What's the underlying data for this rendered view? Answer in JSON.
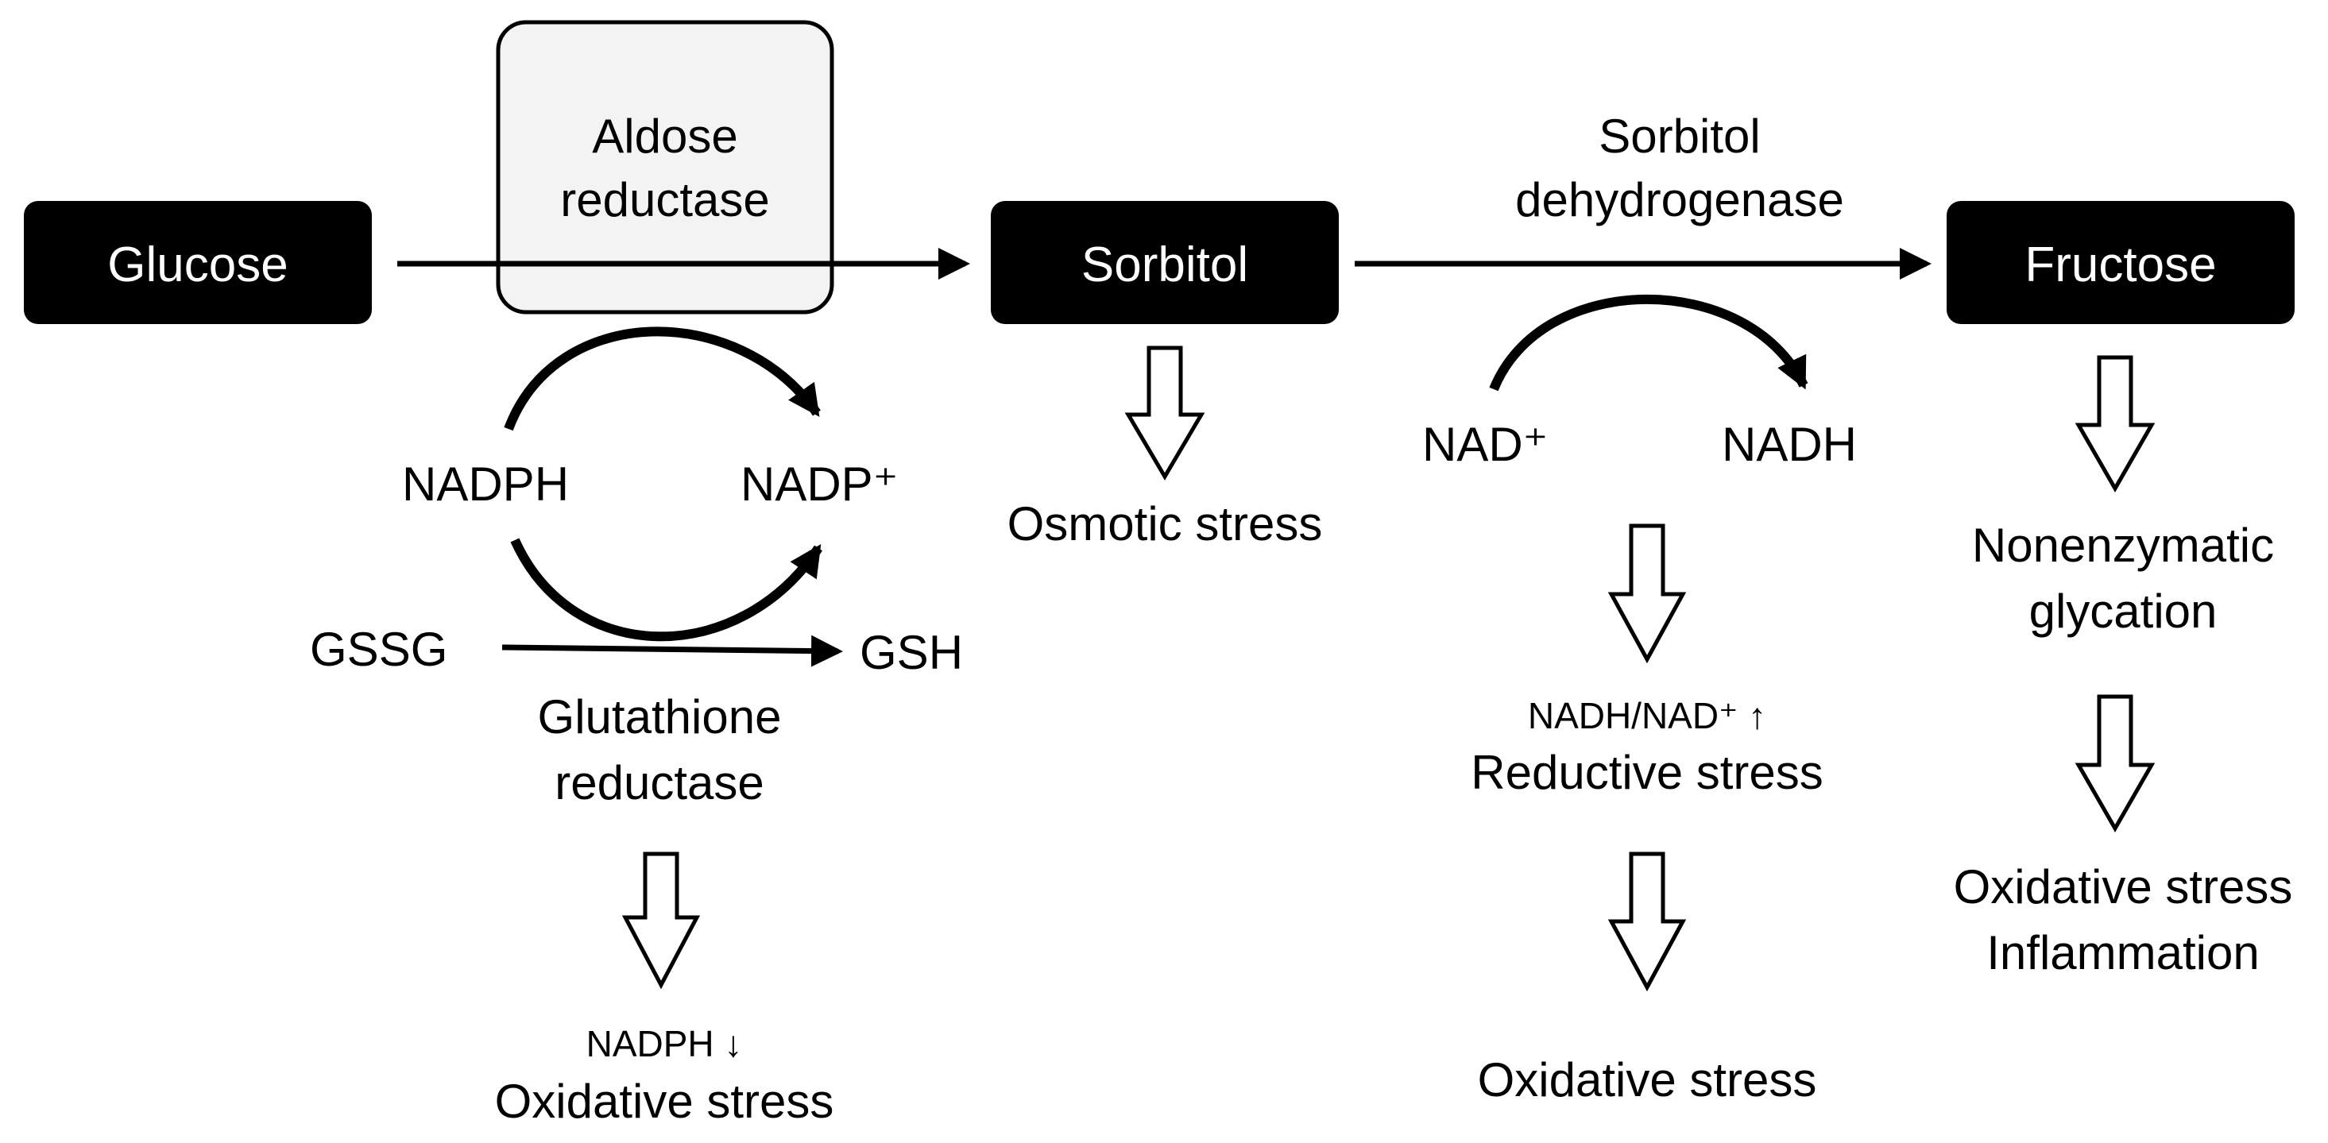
{
  "metabolites": {
    "glucose": "Glucose",
    "sorbitol": "Sorbitol",
    "fructose": "Fructose"
  },
  "enzymes": {
    "aldose_reductase": [
      "Aldose",
      "reductase"
    ],
    "sorbitol_dehydrogenase": [
      "Sorbitol",
      "dehydrogenase"
    ],
    "glutathione_reductase": [
      "Glutathione",
      "reductase"
    ]
  },
  "cofactors": {
    "nadph": "NADPH",
    "nadp_plus": "NADP⁺",
    "gssg": "GSSG",
    "gsh": "GSH",
    "nad_plus": "NAD⁺",
    "nadh": "NADH"
  },
  "outcomes": {
    "aldose_branch": {
      "indicator": "NADPH ↓",
      "label": "Oxidative stress"
    },
    "sorbitol_branch": {
      "label": "Osmotic stress"
    },
    "sdh_branch_1": {
      "indicator": "NADH/NAD⁺ ↑",
      "label": "Reductive stress"
    },
    "sdh_branch_2": {
      "label": "Oxidative stress"
    },
    "fructose_branch_1": {
      "label": [
        "Nonenzymatic",
        "glycation"
      ]
    },
    "fructose_branch_2": {
      "label": [
        "Oxidative stress",
        "Inflammation"
      ]
    }
  },
  "colors": {
    "node_fill": "#000000",
    "node_text": "#ffffff",
    "enzyme_box_fill": "#f2f2f2",
    "line": "#000000"
  }
}
